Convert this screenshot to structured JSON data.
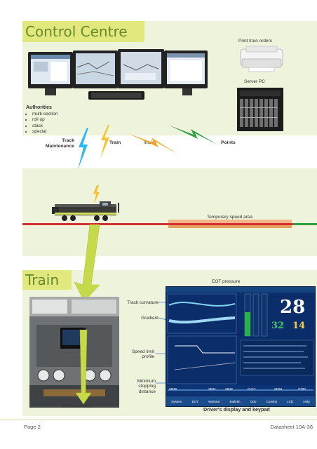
{
  "control_centre": {
    "title": "Control Centre",
    "printer_label": "Print train orders",
    "server_label": "Server PC",
    "authorities": {
      "heading": "Authorities",
      "items": [
        "multi-section",
        "roll up",
        "stack",
        "special"
      ]
    },
    "links": {
      "track_maintenance": "Track Maintenance",
      "train1": "Train",
      "train2": "Train",
      "points": "Points"
    }
  },
  "track": {
    "temporary_speed_area": "Temporary speed area"
  },
  "train": {
    "title": "Train",
    "eot_pressure": "EOT pressure",
    "track_curvature": "Track curvature",
    "gradient": "Gradient",
    "speed_limit_profile": "Speed limit profile",
    "minimum_stopping_distance": "Minimum stopping distance",
    "enforcement": "Enforcement",
    "display_caption": "Driver's display and keypad",
    "display": {
      "speed": "28",
      "small_speed_left": "32",
      "small_speed_right": "14",
      "softkeys": [
        "System",
        "EOT",
        "Warrant",
        "Bulletin",
        "Odo",
        "Consist",
        "LCD",
        "Help"
      ],
      "track_labels": [
        "SB30",
        "SB31",
        "SB32",
        "CH17",
        "SB34",
        "ST00"
      ]
    }
  },
  "footer": {
    "page": "Page 2",
    "sheet": "Datasheet 10A-36"
  },
  "colors": {
    "lime": "#d4e157",
    "panel": "#eef3dc",
    "track_red": "#d32f2f",
    "track_green": "#2e9e3e",
    "speed_area": "#e8a060"
  }
}
